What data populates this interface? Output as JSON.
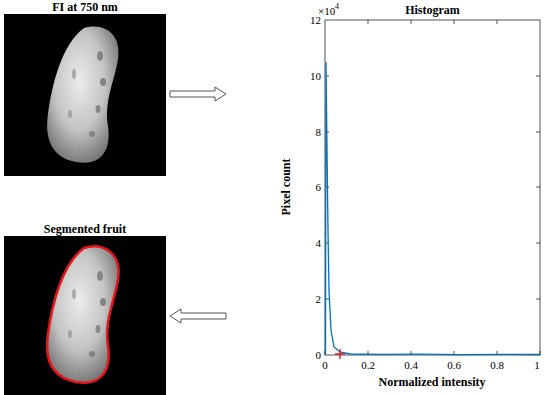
{
  "diagram": {
    "nodes": [
      {
        "text": [
          "FI at 750 nm"
        ]
      },
      {
        "text": [
          "Histogram"
        ]
      },
      {
        "text": [
          "Segmented fruit"
        ]
      }
    ],
    "edges": [
      {
        "from": 0,
        "to": 1,
        "arrow": "to"
      },
      {
        "from": 1,
        "to": 2,
        "arrow": "to"
      }
    ],
    "labels": [
      "12",
      "10",
      "8",
      "6",
      "4",
      "2",
      "0",
      "0",
      "0.2",
      "0.4",
      "0.6",
      "0.8",
      "1",
      "×10",
      "4",
      "Pixel count",
      "Normalized intensity"
    ]
  }
}
